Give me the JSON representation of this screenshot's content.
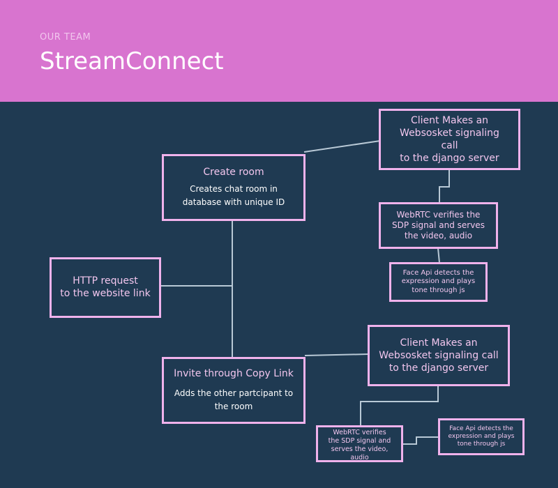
{
  "header": {
    "eyebrow": "OUR TEAM",
    "title": "StreamConnect"
  },
  "boxes": {
    "create_room": {
      "title": "Create room",
      "desc": "Creates chat room in\ndatabase with unique ID"
    },
    "http_request": {
      "title": "HTTP request\nto the website link"
    },
    "invite": {
      "title": "Invite through Copy Link",
      "desc": "Adds the other partcipant to\nthe room"
    },
    "client_ws_1": {
      "title": "Client Makes an\nWebsosket signaling\ncall\nto the django server"
    },
    "webrtc_1": {
      "title": "WebRTC verifies the\nSDP signal and serves\nthe video, audio"
    },
    "faceapi_1": {
      "title": "Face Api detects the\nexpression and plays\ntone through js"
    },
    "client_ws_2": {
      "title": "Client Makes an\nWebsosket signaling  call\nto the django server"
    },
    "webrtc_2": {
      "title": "WebRTC verifies\nthe SDP signal and\nserves the video,\naudio"
    },
    "faceapi_2": {
      "title": "Face Api detects the\nexpression and plays\ntone through js"
    }
  },
  "colors": {
    "header_bg": "#d874cf",
    "canvas_bg": "#1f3a52",
    "box_border": "#f0b2ec",
    "connector": "#b9c9d6"
  }
}
